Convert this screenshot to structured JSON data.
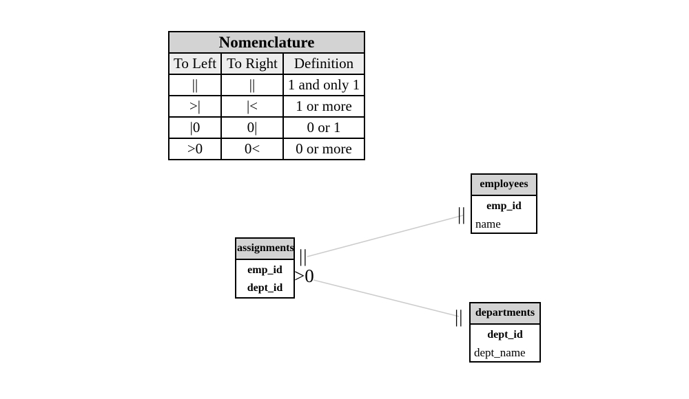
{
  "nomenclature": {
    "title": "Nomenclature",
    "columns": [
      "To Left",
      "To Right",
      "Definition"
    ],
    "rows": [
      [
        "||",
        "||",
        "1 and only 1"
      ],
      [
        ">|",
        "|<",
        "1 or more"
      ],
      [
        "|0",
        "0|",
        "0 or 1"
      ],
      [
        ">0",
        "0<",
        "0 or more"
      ]
    ]
  },
  "entities": [
    {
      "name": "employees",
      "fields": [
        {
          "text": "emp_id",
          "key": true
        },
        {
          "text": "name",
          "key": false
        }
      ]
    },
    {
      "name": "assignments",
      "fields": [
        {
          "text": "emp_id",
          "key": true
        },
        {
          "text": "dept_id",
          "key": true
        }
      ]
    },
    {
      "name": "departments",
      "fields": [
        {
          "text": "dept_id",
          "key": true
        },
        {
          "text": "dept_name",
          "key": false
        }
      ]
    }
  ],
  "relationships": [
    {
      "from": "assignments",
      "to": "employees",
      "from_label": "||",
      "to_label": "||",
      "meaning": "1 and only 1 on both ends"
    },
    {
      "from": "assignments",
      "to": "departments",
      "from_label": ">0",
      "to_label": "||",
      "meaning": "0 or more assignments per department, 1 and only 1 department"
    }
  ],
  "colors": {
    "header_bg": "#d3d3d3",
    "subheader_bg": "#ededed",
    "border": "#000000",
    "line": "#cccccc",
    "background": "#ffffff"
  }
}
